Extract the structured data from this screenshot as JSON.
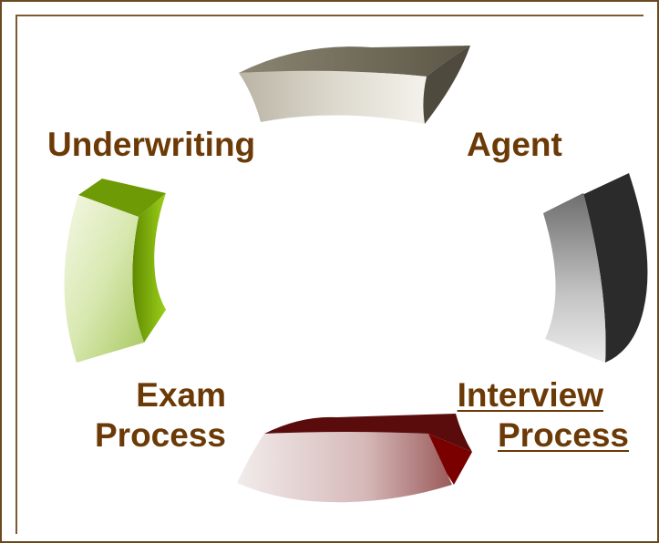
{
  "labels": {
    "underwriting": "Underwriting",
    "agent": "Agent",
    "exam_line1": "Exam",
    "exam_line2": "Process",
    "interview_line1": "Interview",
    "interview_line2": "Process"
  },
  "colors": {
    "label_text": "#6b3a06",
    "border": "#6b4a1e",
    "segment_top": "#6e6858",
    "segment_right": "#2b2b2b",
    "segment_bottom": "#7a0000",
    "segment_left": "#7aa300"
  }
}
